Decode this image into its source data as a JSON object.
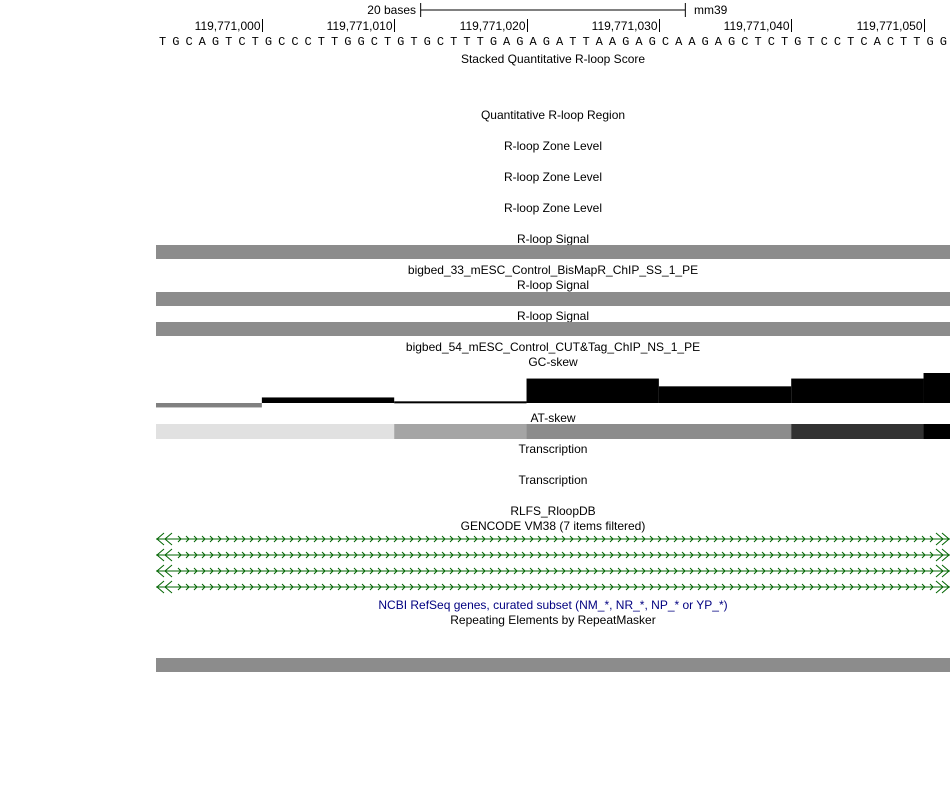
{
  "scale": {
    "label": "20 bases",
    "assembly": "mm39"
  },
  "ruler": {
    "ticks": [
      {
        "label": "119,771,000",
        "offset": 8
      },
      {
        "label": "119,771,010",
        "offset": 18
      },
      {
        "label": "119,771,020",
        "offset": 28
      },
      {
        "label": "119,771,030",
        "offset": 38
      },
      {
        "label": "119,771,040",
        "offset": 48
      },
      {
        "label": "119,771,050",
        "offset": 58
      }
    ]
  },
  "sequence": "TGCAGTCTGCCCTTGGCTGTGCTTTGAGAGATTAAGAGCAAGAGCTCTGTCCTCACTTGG",
  "tracks": {
    "stacked_score": "Stacked Quantitative R-loop Score",
    "quant_region": "Quantitative R-loop Region",
    "zone_level_1": "R-loop Zone Level",
    "zone_level_2": "R-loop Zone Level",
    "zone_level_3": "R-loop Zone Level",
    "signal_1": "R-loop Signal",
    "bigbed_33": "bigbed_33_mESC_Control_BisMapR_ChIP_SS_1_PE",
    "signal_2": "R-loop Signal",
    "signal_3": "R-loop Signal",
    "bigbed_54": "bigbed_54_mESC_Control_CUT&Tag_ChIP_NS_1_PE",
    "gc_skew": "GC-skew",
    "at_skew": "AT-skew",
    "transcription_1": "Transcription",
    "transcription_2": "Transcription",
    "rlfs": "RLFS_RloopDB",
    "gencode": "GENCODE VM38 (7 items filtered)",
    "refseq": "NCBI RefSeq genes, curated subset (NM_*, NR_*, NP_* or YP_*)",
    "repeatmasker": "Repeating Elements by RepeatMasker"
  },
  "gc_skew_data": {
    "segments": [
      {
        "start": 0,
        "end": 8,
        "value": -0.4
      },
      {
        "start": 8,
        "end": 18,
        "value": 0.5
      },
      {
        "start": 18,
        "end": 28,
        "value": 0.15
      },
      {
        "start": 28,
        "end": 38,
        "value": 2.2
      },
      {
        "start": 38,
        "end": 48,
        "value": 1.5
      },
      {
        "start": 48,
        "end": 58,
        "value": 2.2
      },
      {
        "start": 58,
        "end": 60,
        "value": 2.7
      }
    ],
    "max": 2.7,
    "colors": {
      "positive": "#000000",
      "negative": "#808080"
    }
  },
  "at_skew_data": {
    "segments": [
      {
        "start": 0,
        "end": 18,
        "color": "#e1e1e1"
      },
      {
        "start": 18,
        "end": 28,
        "color": "#a5a5a5"
      },
      {
        "start": 28,
        "end": 48,
        "color": "#8c8c8c"
      },
      {
        "start": 48,
        "end": 58,
        "color": "#323232"
      },
      {
        "start": 58,
        "end": 60,
        "color": "#000000"
      }
    ]
  },
  "gencode_rows": 4,
  "colors": {
    "gene": "#006400",
    "signal_bar": "#8c8c8c",
    "refseq_label": "#000080"
  }
}
